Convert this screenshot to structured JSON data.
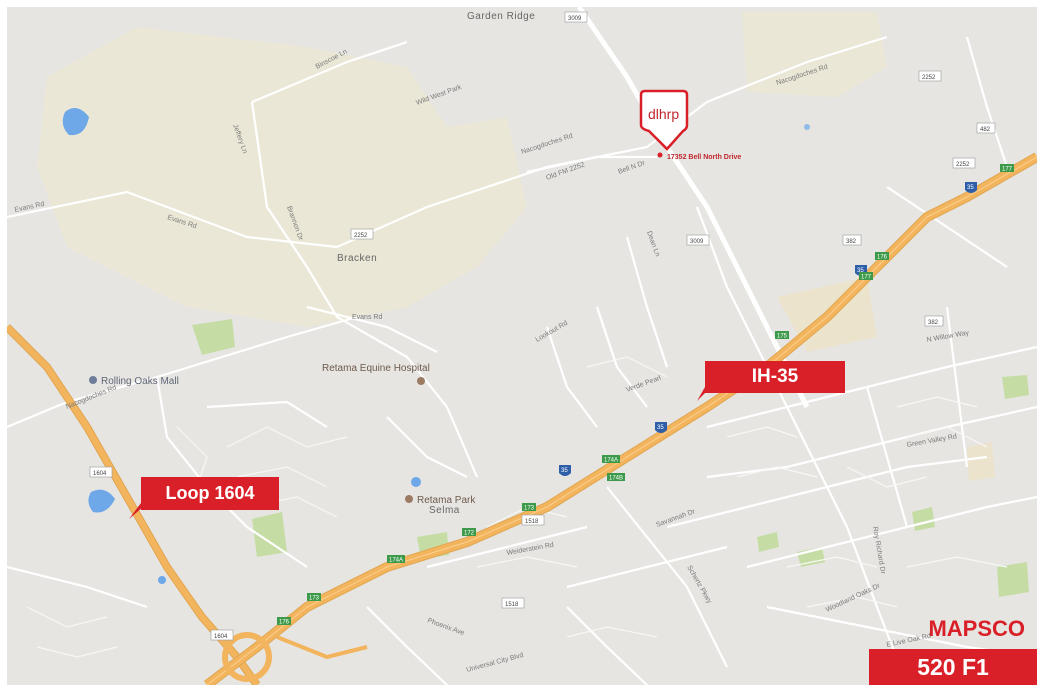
{
  "map": {
    "places": {
      "garden_ridge": "Garden Ridge",
      "bracken": "Bracken",
      "selma": "Selma"
    },
    "pois": {
      "rolling_oaks_mall": "Rolling Oaks Mall",
      "retama_equine_hospital": "Retama Equine Hospital",
      "retama_park": "Retama Park"
    },
    "roads": {
      "nacogdoches_rd_ne": "Nacogdoches Rd",
      "nacogdoches_rd_mid": "Nacogdoches Rd",
      "nacogdoches_rd_sw": "Nacogdoches Rd",
      "old_fm_2252": "Old FM 2252",
      "evans_rd_w": "Evans Rd",
      "evans_rd_mid": "Evans Rd",
      "evans_rd_s": "Evans Rd",
      "bell_n_dr": "Bell N Dr",
      "binscoe_ln": "Binscoe Ln",
      "lookout_rd": "Lookout Rd",
      "schertz_pkwy": "Schertz Pkwy",
      "savannah_dr": "Savannah Dr",
      "woodland_oaks_dr": "Woodland Oaks Dr",
      "green_valley_rd": "Green Valley Rd",
      "universal_city_blvd": "Universal City Blvd",
      "weiderstein_rd": "Weiderstein Rd",
      "roy_richard_dr": "Roy Richard Dr",
      "e_live_oak_rd": "E Live Oak Rd",
      "phoenix_ave": "Phoenix Ave",
      "verde_pearl": "Verde Pearl",
      "dean_ln": "Dean Ln",
      "jeffery_ln": "Jeffery Ln",
      "wild_west_park": "Wild West Park",
      "brannon_dr": "Brannon Dr",
      "n_willow_way": "N Willow Way"
    },
    "shields": {
      "fm3009_top": "3009",
      "fm3009_mid": "3009",
      "fm2252_left": "2252",
      "fm2252_right": "2252",
      "fm2252_far": "2252",
      "fm482": "482",
      "fm1604": "1604",
      "fm1604_s": "1604",
      "fm1518_a": "1518",
      "fm1518_b": "1518",
      "sh382": "382",
      "sh382_b": "382",
      "i35_a": "35",
      "i35_b": "35",
      "i35_c": "35",
      "i35_d": "35"
    },
    "exits": [
      "177",
      "176",
      "175",
      "174A",
      "174B",
      "173",
      "172",
      "174A",
      "173",
      "176",
      "177"
    ],
    "pin": {
      "logo_text": "dlhrp",
      "address": "17352 Bell North Drive"
    }
  },
  "callouts": {
    "ih35": "IH-35",
    "loop1604": "Loop 1604"
  },
  "mapsco": {
    "title": "MAPSCO",
    "code": "520 F1"
  },
  "colors": {
    "background": "#e6e5e2",
    "urban_area": "#efeae0",
    "park": "#c5dda5",
    "water": "#6fa8e8",
    "highway": "#f3b45e",
    "callout_red": "#d92028"
  }
}
